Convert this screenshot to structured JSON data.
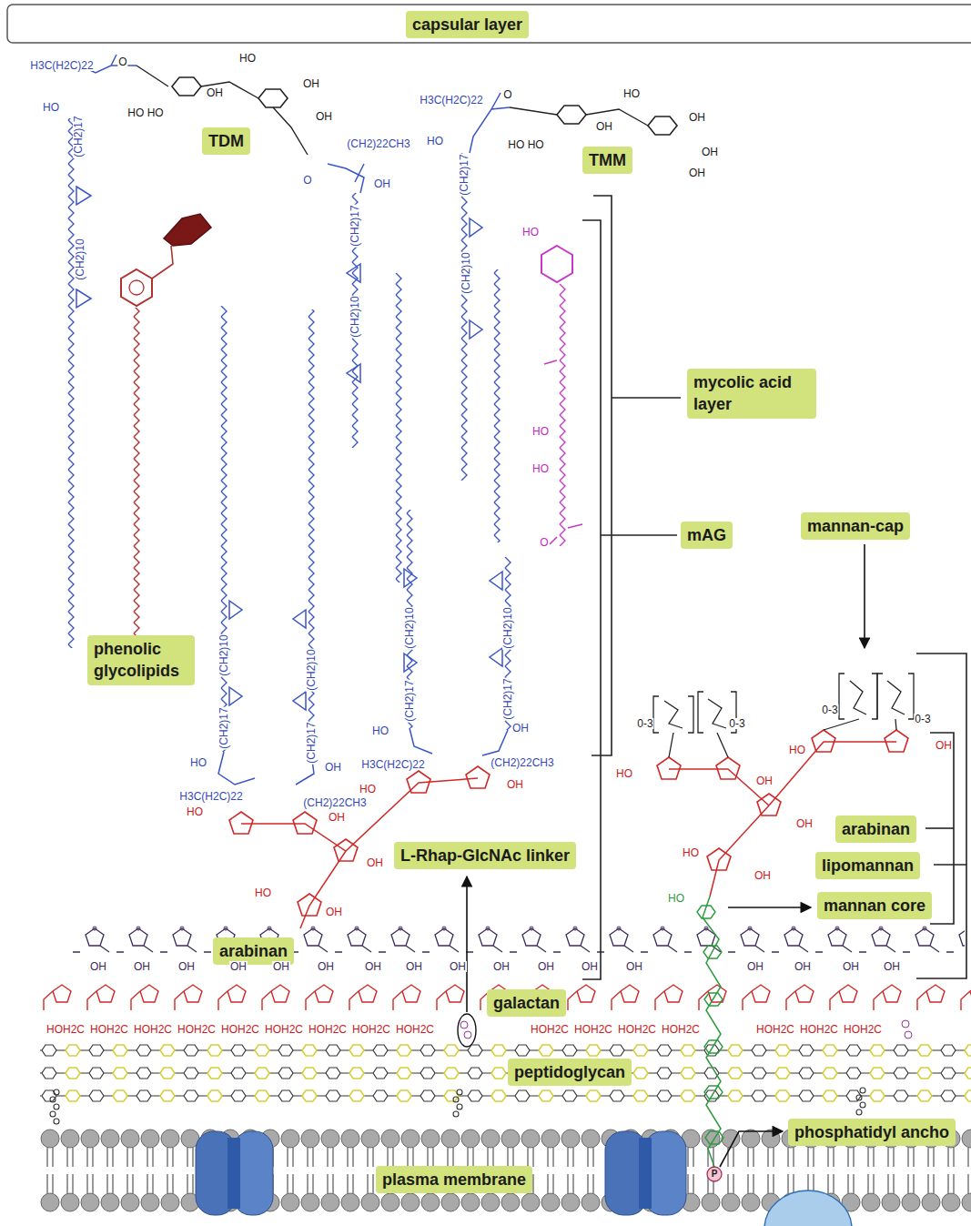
{
  "diagram": {
    "nodes": [
      {
        "text": [
          "capsular layer"
        ]
      },
      {
        "text": [
          "TDM"
        ]
      },
      {
        "text": [
          "TMM"
        ]
      },
      {
        "text": [
          "mycolic acid layer"
        ]
      },
      {
        "text": [
          "mAG"
        ]
      },
      {
        "text": [
          "mannan-cap"
        ]
      },
      {
        "text": [
          "phenolic glycolipids"
        ]
      },
      {
        "text": [
          "L-Rhap-GlcNAc linker"
        ]
      },
      {
        "text": [
          "arabinan"
        ]
      },
      {
        "text": [
          "lipomannan"
        ]
      },
      {
        "text": [
          "mannan core"
        ]
      },
      {
        "text": [
          "arabinan"
        ]
      },
      {
        "text": [
          "galactan"
        ]
      },
      {
        "text": [
          "peptidoglycan"
        ]
      },
      {
        "text": [
          "phosphatidyl ancho"
        ]
      },
      {
        "text": [
          "plasma membrane"
        ]
      }
    ],
    "labels": [
      "H3C(H2C)22",
      "O",
      "HO",
      "(CH2)17",
      "(CH2)10",
      "HO",
      "OH",
      "HO HO",
      "OH",
      "OH",
      "(CH2)22CH3",
      "OH",
      "O",
      "(CH2)17",
      "(CH2)10",
      "H3C(H2C)22",
      "O",
      "HO",
      "(CH2)17",
      "(CH2)10",
      "HO",
      "OH",
      "HO HO",
      "OH",
      "OH",
      "OH",
      "HO",
      "HO",
      "HO",
      "O",
      "(CH2)10",
      "(CH2)17",
      "(CH2)10",
      "(CH2)17",
      "(CH2)10",
      "(CH2)17",
      "(CH2)10",
      "(CH2)17",
      "HO",
      "OH",
      "H3C(H2C)22",
      "(CH2)22CH3",
      "HO",
      "OH",
      "H3C(H2C)22",
      "(CH2)22CH3",
      "HO",
      "OH",
      "HO",
      "OH",
      "OH",
      "HO",
      "OH",
      "HO",
      "OH",
      "HO",
      "OH",
      "OH",
      "HO",
      "OH",
      "0-3",
      "0-3",
      "0-3",
      "0-3",
      "HO",
      "OH",
      "OH",
      "OH",
      "OH",
      "OH",
      "OH",
      "OH",
      "OH",
      "OH",
      "OH",
      "OH",
      "OH",
      "OH",
      "OH",
      "OH",
      "OH",
      "OH",
      "HOH2C",
      "HOH2C",
      "HOH2C",
      "HOH2C",
      "HOH2C",
      "HOH2C",
      "HOH2C",
      "HOH2C",
      "HOH2C",
      "HOH2C",
      "HOH2C",
      "HOH2C",
      "HOH2C",
      "HOH2C",
      "HOH2C",
      "HOH2C",
      "P"
    ]
  }
}
